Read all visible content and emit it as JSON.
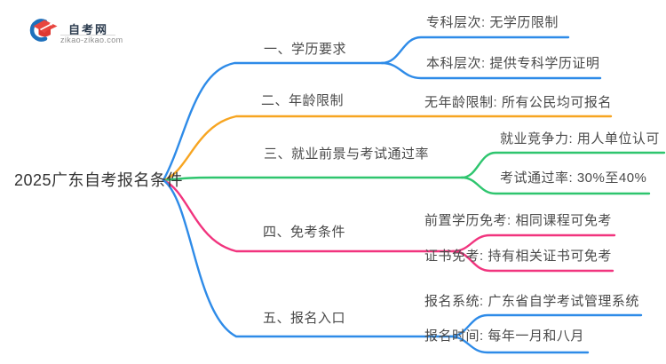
{
  "logo": {
    "title": "自考网",
    "domain": "zikao-zikao.com"
  },
  "central_topic": "2025广东自考报名条件",
  "colors": {
    "blue": "#2E8BE8",
    "orange": "#F7A521",
    "green": "#2EC56E",
    "pink": "#F1347E",
    "logo_red": "#E8453F",
    "logo_blue": "#1D70BC",
    "text_dark": "#333333",
    "text_node": "#4a4a4a"
  },
  "branches": [
    {
      "label": "一、学历要求",
      "color": "blue",
      "children": [
        "专科层次: 无学历限制",
        "本科层次: 提供专科学历证明"
      ]
    },
    {
      "label": "二、年龄限制",
      "color": "orange",
      "children": [
        "无年龄限制: 所有公民均可报名"
      ]
    },
    {
      "label": "三、就业前景与考试通过率",
      "color": "green",
      "children": [
        "就业竞争力: 用人单位认可",
        "考试通过率: 30%至40%"
      ]
    },
    {
      "label": "四、免考条件",
      "color": "pink",
      "children": [
        "前置学历免考: 相同课程可免考",
        "证书免考: 持有相关证书可免考"
      ]
    },
    {
      "label": "五、报名入口",
      "color": "blue",
      "children": [
        "报名系统: 广东省自学考试管理系统",
        "报名时间: 每年一月和八月"
      ]
    }
  ]
}
